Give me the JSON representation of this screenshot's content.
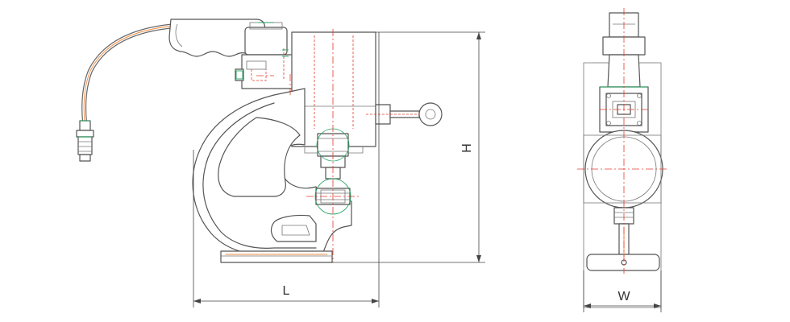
{
  "drawing": {
    "dimensions": {
      "length_label": "L",
      "height_label": "H",
      "width_label": "W"
    },
    "colors": {
      "outline": "#555555",
      "center_line": "#e53b2c",
      "hose_core": "#f08a3c",
      "accent": "#22a060"
    }
  }
}
